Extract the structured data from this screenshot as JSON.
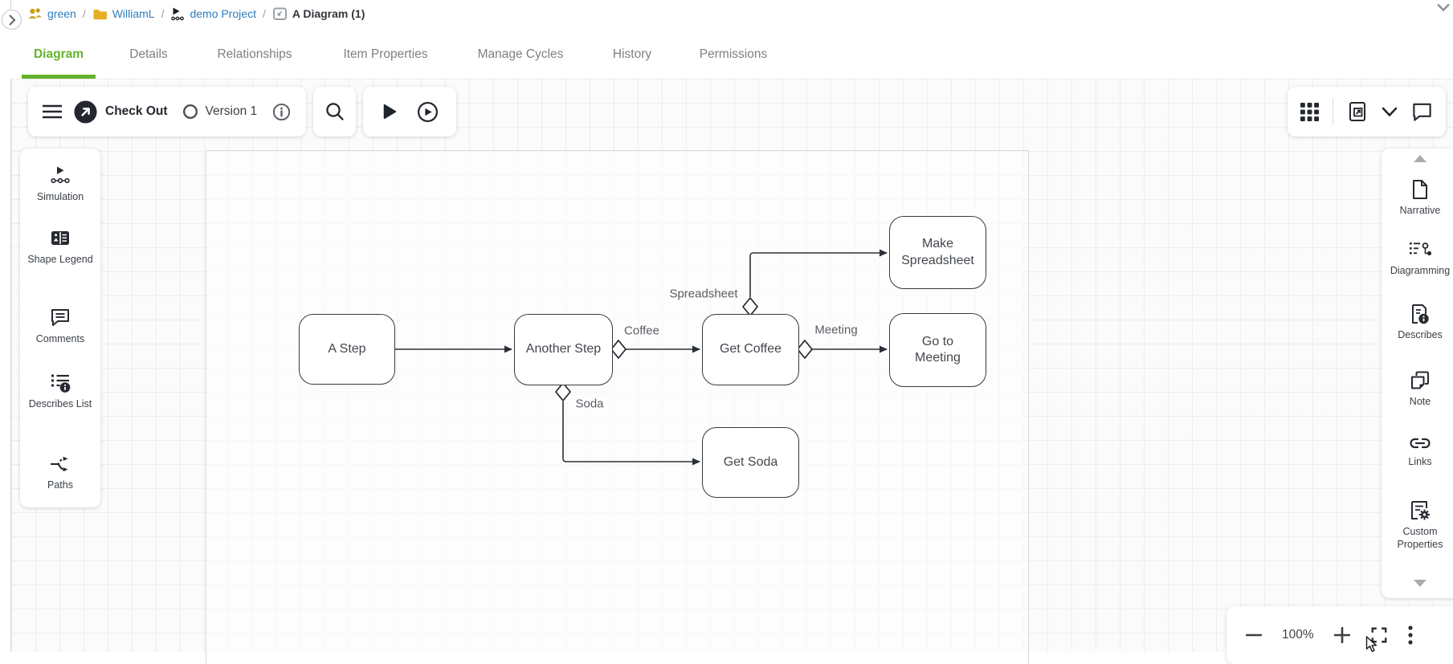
{
  "breadcrumb": {
    "separator": "/",
    "items": [
      {
        "label": "green"
      },
      {
        "label": "WilliamL"
      },
      {
        "label": "demo Project"
      },
      {
        "label": "A Diagram (1)"
      }
    ]
  },
  "tabs": [
    {
      "label": "Diagram",
      "active": true
    },
    {
      "label": "Details"
    },
    {
      "label": "Relationships"
    },
    {
      "label": "Item Properties"
    },
    {
      "label": "Manage Cycles"
    },
    {
      "label": "History"
    },
    {
      "label": "Permissions"
    }
  ],
  "toolbar": {
    "check_out_label": "Check Out",
    "version_label": "Version 1"
  },
  "left_panel": {
    "items": [
      {
        "label": "Simulation"
      },
      {
        "label": "Shape Legend"
      },
      {
        "label": "Comments"
      },
      {
        "label": "Describes List"
      },
      {
        "label": "Paths"
      }
    ]
  },
  "right_panel": {
    "items": [
      {
        "label": "Narrative"
      },
      {
        "label": "Diagramming"
      },
      {
        "label": "Describes"
      },
      {
        "label": "Note"
      },
      {
        "label": "Links"
      },
      {
        "label": "Custom Properties"
      }
    ]
  },
  "zoom_controls": {
    "level": "100%"
  },
  "diagram": {
    "nodes": [
      {
        "id": "a-step",
        "label": "A Step"
      },
      {
        "id": "another-step",
        "label": "Another Step"
      },
      {
        "id": "get-coffee",
        "label": "Get Coffee"
      },
      {
        "id": "make-spreadsheet",
        "label": "Make Spreadsheet"
      },
      {
        "id": "go-to-meeting",
        "label": "Go to Meeting"
      },
      {
        "id": "get-soda",
        "label": "Get Soda"
      }
    ],
    "edges": [
      {
        "from": "A Step",
        "to": "Another Step",
        "label": ""
      },
      {
        "from": "Another Step",
        "to": "Get Coffee",
        "label": "Coffee"
      },
      {
        "from": "Get Coffee",
        "to": "Make Spreadsheet",
        "label": "Spreadsheet"
      },
      {
        "from": "Get Coffee",
        "to": "Go to Meeting",
        "label": "Meeting"
      },
      {
        "from": "Another Step",
        "to": "Get Soda",
        "label": "Soda"
      }
    ]
  },
  "colors": {
    "accent_green": "#64b32c",
    "link_blue": "#2e7cbe",
    "folder_yellow": "#e3af25",
    "icon_dark": "#23272e"
  }
}
